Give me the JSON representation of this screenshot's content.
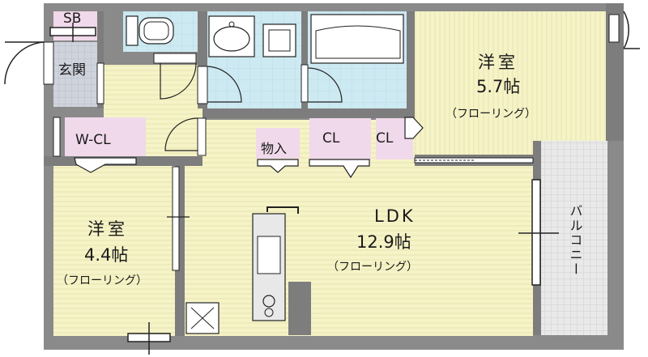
{
  "colors": {
    "wall": "#7d7d7d",
    "wall_dark": "#555555",
    "floor_wood": "#f6f3c7",
    "floor_line": "#e4e0a8",
    "wet_area": "#cde9f1",
    "closet": "#f0d9ea",
    "entrance": "#cfd3dc",
    "balcony": "#e6e6e6",
    "window": "#ffffff"
  },
  "labels": {
    "sb": "SB",
    "genkan": "玄関",
    "wcl": "W-CL",
    "monoire": "物入",
    "cl1": "CL",
    "cl2": "CL",
    "balcony": "バルコニー"
  },
  "rooms": {
    "western_north": {
      "title": "洋室",
      "size": "5.7帖",
      "sub": "（フローリング）"
    },
    "western_west": {
      "title": "洋室",
      "size": "4.4帖",
      "sub": "（フローリング）"
    },
    "ldk": {
      "title": "LDK",
      "size": "12.9帖",
      "sub": "（フローリング）"
    }
  }
}
